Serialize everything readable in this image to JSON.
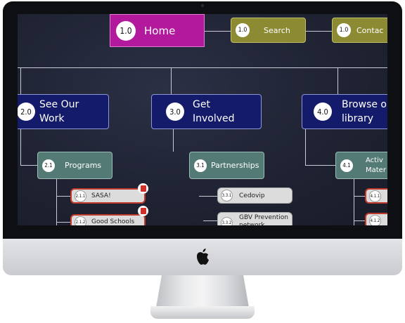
{
  "colors": {
    "home": "#b2199d",
    "top_nav": "#8c8a32",
    "section": "#141b6b",
    "subsection": "#547a75",
    "leaf": "#dcdcdc",
    "leaf_border": "#c0392b",
    "background": "#1f2333"
  },
  "top_row": {
    "home": {
      "number": "1.0",
      "label": "Home"
    },
    "search": {
      "number": "1.0",
      "label": "Search"
    },
    "contact": {
      "number": "1.0",
      "label": "Contac"
    }
  },
  "sections": [
    {
      "number": "2.0",
      "label_line1": "See Our",
      "label_line2": "Work"
    },
    {
      "number": "3.0",
      "label_line1": "Get",
      "label_line2": "Involved"
    },
    {
      "number": "4.0",
      "label_line1": "Browse o",
      "label_line2": "library"
    }
  ],
  "subsections": [
    {
      "number": "2.1",
      "label": "Programs"
    },
    {
      "number": "3.1",
      "label": "Partnerships"
    },
    {
      "number": "4.1",
      "label_line1": "Activ",
      "label_line2": "Mater"
    }
  ],
  "leaves": {
    "programs": [
      {
        "number": "2.1.1",
        "label": "SASA!"
      },
      {
        "number": "2.1.2",
        "label": "Good Schools"
      }
    ],
    "partnerships": [
      {
        "number": "3.3.1",
        "label": "Cedovip"
      },
      {
        "number": "3.3.2",
        "label_line1": "GBV Prevention",
        "label_line2": "network"
      }
    ],
    "materials": [
      {
        "number": "4.1.1"
      },
      {
        "number": "4.1.2"
      }
    ]
  },
  "icons": {
    "pdf": "pdf-icon",
    "logo": "apple-logo-icon"
  }
}
